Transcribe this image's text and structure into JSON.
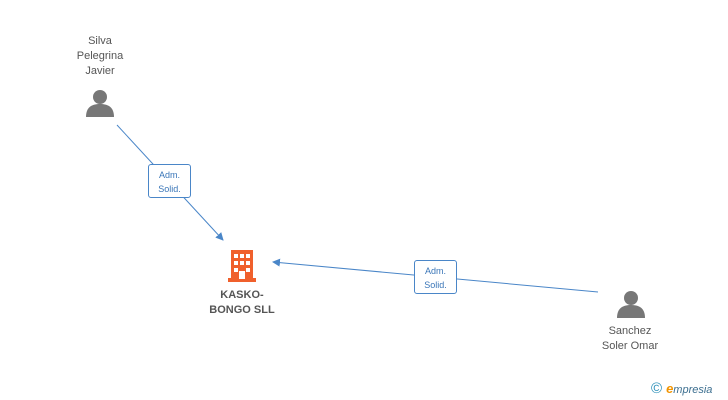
{
  "nodes": {
    "person_top": {
      "name": "Silva\nPelegrina\nJavier",
      "icon": "person-icon",
      "color": "#777777"
    },
    "person_right": {
      "name": "Sanchez\nSoler Omar",
      "icon": "person-icon",
      "color": "#777777"
    },
    "company": {
      "name": "KASKO-\nBONGO SLL",
      "icon": "building-icon",
      "color": "#f0602c"
    }
  },
  "edges": [
    {
      "from": "person_top",
      "to": "company",
      "label": "Adm.\nSolid."
    },
    {
      "from": "person_right",
      "to": "company",
      "label": "Adm.\nSolid."
    }
  ],
  "colors": {
    "edge": "#4a86c8",
    "edge_label_text": "#3a76b8"
  },
  "watermark": {
    "symbol": "©",
    "brand_initial": "e",
    "brand_rest": "mpresia"
  }
}
